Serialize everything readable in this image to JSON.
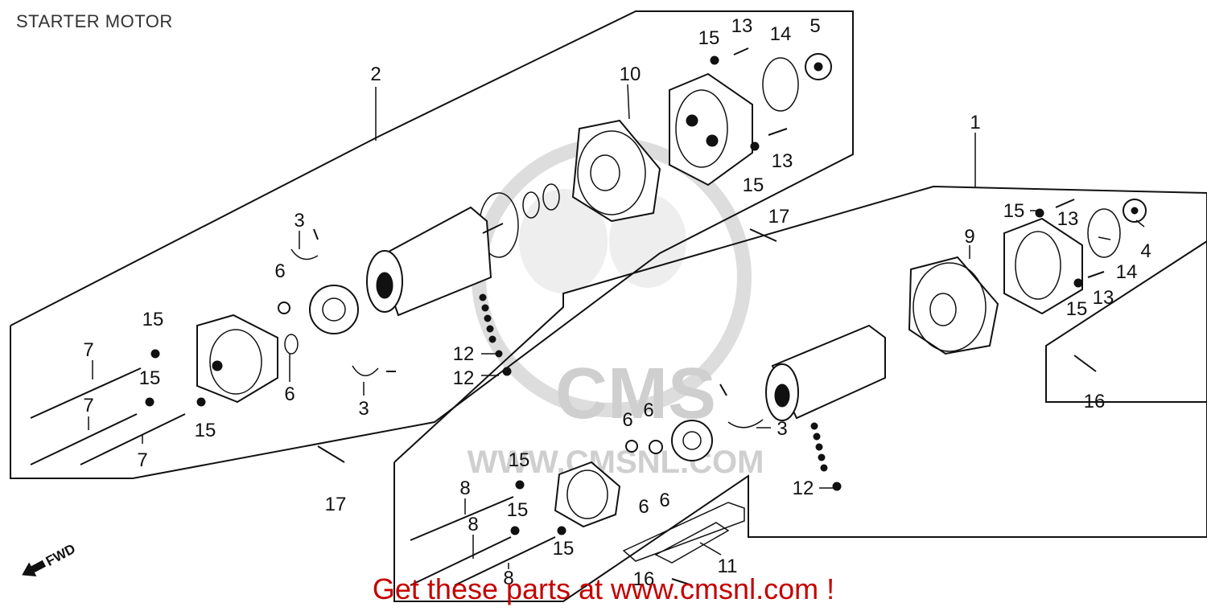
{
  "title": "STARTER MOTOR",
  "footer": "Get these parts at www.cmsnl.com !",
  "orientation_label": "FWD",
  "watermark": {
    "brand": "CMS",
    "url": "WWW.CMSNL.COM"
  },
  "colors": {
    "line": "#111111",
    "footer": "#c40000",
    "watermark": "#d9d9d9"
  },
  "assembly_2_labels": {
    "a2": "2",
    "a10": "10",
    "a15a": "15",
    "a13a": "13",
    "a14": "14",
    "a5": "5",
    "a13b": "13",
    "a15b": "15",
    "a3a": "3",
    "a6a": "6",
    "a6b": "6",
    "a3b": "3",
    "a15c": "15",
    "a15d": "15",
    "a15e": "15",
    "a7a": "7",
    "a7b": "7",
    "a7c": "7",
    "a12a": "12",
    "a12b": "12",
    "a17a": "17",
    "a17b": "17"
  },
  "assembly_1_labels": {
    "b1": "1",
    "b15a": "15",
    "b13a": "13",
    "b4": "4",
    "b9": "9",
    "b14": "14",
    "b13b": "13",
    "b15b": "15",
    "b16a": "16",
    "b3": "3",
    "b6a": "6",
    "b6b": "6",
    "b6c": "6",
    "b6d": "6",
    "b12": "12",
    "b15c": "15",
    "b8a": "8",
    "b15d": "15",
    "b8b": "8",
    "b15e": "15",
    "b8c": "8",
    "b11": "11",
    "b16b": "16"
  }
}
